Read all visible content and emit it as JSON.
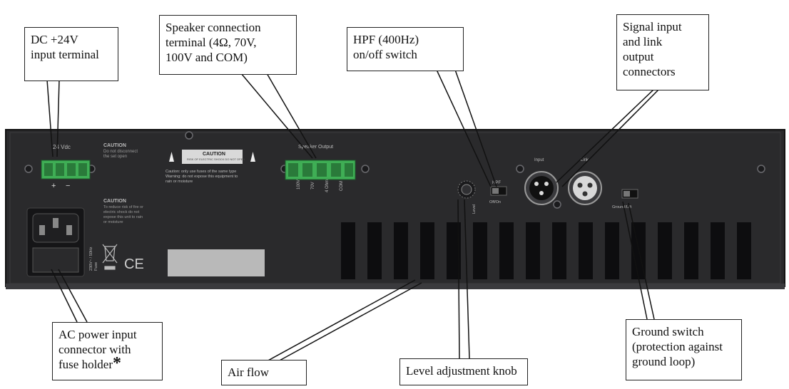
{
  "callouts": {
    "dc_input": "DC +24V\ninput terminal",
    "speaker_terminal": "Speaker connection\nterminal (4Ω, 70V,\n100V and COM)",
    "hpf_switch": "HPF (400Hz)\non/off switch",
    "signal_connectors": "Signal input\nand link\noutput\nconnectors",
    "ac_power": "AC power input\nconnector with\nfuse holder",
    "ac_power_asterisk": "*",
    "air_flow": "Air flow",
    "level_knob": "Level adjustment knob",
    "ground_switch": "Ground switch\n(protection against\nground loop)"
  },
  "panel_labels": {
    "dc_terminal": "24 Vdc",
    "dc_plus": "+",
    "dc_minus": "−",
    "caution_top": "CAUTION",
    "caution_top_body": "Do not disconnect\nthe set open",
    "warning_title": "CAUTION",
    "warning_sub": "RISK OF ELECTRIC SHOCK\nDO NOT OPEN",
    "warning_body": "Caution: only use fuses of the same type\nWarning: do not expose this equipment to\nrain or moisture",
    "speaker_output": "Speaker Output",
    "spk_terms": [
      "100V",
      "70V",
      "4 Ohm",
      "COM"
    ],
    "caution_left": "CAUTION",
    "caution_left_body": "To reduce risk of fire or\nelectric shock do not\nexpose this unit to rain\nor moisture",
    "mains_rating": "230V~ / 50Hz\nFuse",
    "ce_mark": "CE",
    "level": "Level",
    "hpf": "HPF",
    "hpf_state": "Off/On",
    "input": "Input",
    "link": "Link",
    "ground_lift": "Ground/Lift"
  },
  "colors": {
    "panel": "#2a2a2c",
    "panel_edge": "#18181a",
    "terminal_green": "#3fae55",
    "vent": "#0d0d0f"
  }
}
